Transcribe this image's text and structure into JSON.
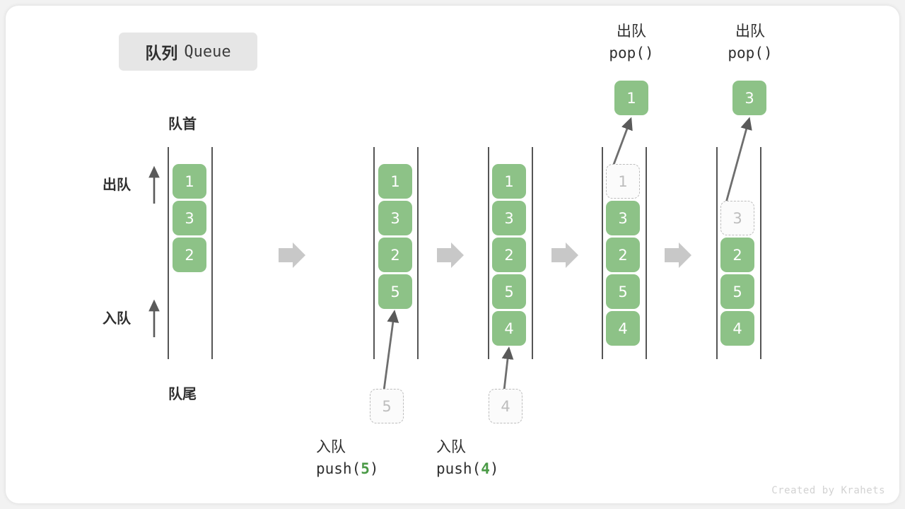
{
  "title": {
    "cn": "队列",
    "en": "Queue"
  },
  "labels": {
    "head": "队首",
    "tail": "队尾",
    "dequeue_side": "出队",
    "enqueue_side": "入队"
  },
  "colors": {
    "box_fill": "#8dc287",
    "box_text": "#ffffff",
    "ghost_border": "#bdbdbd",
    "ghost_text": "#bdbdbd",
    "rail": "#555555",
    "step_arrow": "#c8c8c8",
    "accent_code": "#4a9a46",
    "title_pill_bg": "#e6e6e6",
    "credit_text": "#d2d2d2"
  },
  "columns": [
    {
      "name": "initial-state",
      "items": [
        "1",
        "3",
        "2"
      ],
      "ghost": null
    },
    {
      "name": "after-push-5",
      "items": [
        "1",
        "3",
        "2",
        "5"
      ],
      "ghost": null
    },
    {
      "name": "after-push-4",
      "items": [
        "1",
        "3",
        "2",
        "5",
        "4"
      ],
      "ghost": null
    },
    {
      "name": "after-pop-1",
      "items": [
        "3",
        "2",
        "5",
        "4"
      ],
      "ghost": "1"
    },
    {
      "name": "after-pop-3",
      "items": [
        "2",
        "5",
        "4"
      ],
      "ghost": "3"
    }
  ],
  "operations": {
    "push5": {
      "cn": "入队",
      "code_prefix": "push(",
      "code_value": "5",
      "code_suffix": ")",
      "floating_box": "5"
    },
    "push4": {
      "cn": "入队",
      "code_prefix": "push(",
      "code_value": "4",
      "code_suffix": ")",
      "floating_box": "4"
    },
    "pop1": {
      "cn": "出队",
      "code": "pop()",
      "popped_box": "1"
    },
    "pop3": {
      "cn": "出队",
      "code": "pop()",
      "popped_box": "3"
    }
  },
  "credit": "Created by Krahets"
}
